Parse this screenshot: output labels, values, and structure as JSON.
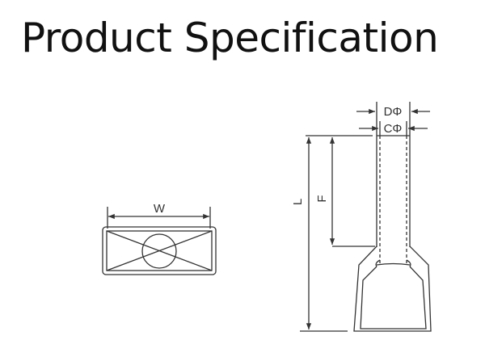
{
  "title": "Product Specification",
  "labels": {
    "width": "W",
    "outer_diameter": "DΦ",
    "inner_diameter": "CΦ",
    "length": "L",
    "tube_length": "F"
  }
}
